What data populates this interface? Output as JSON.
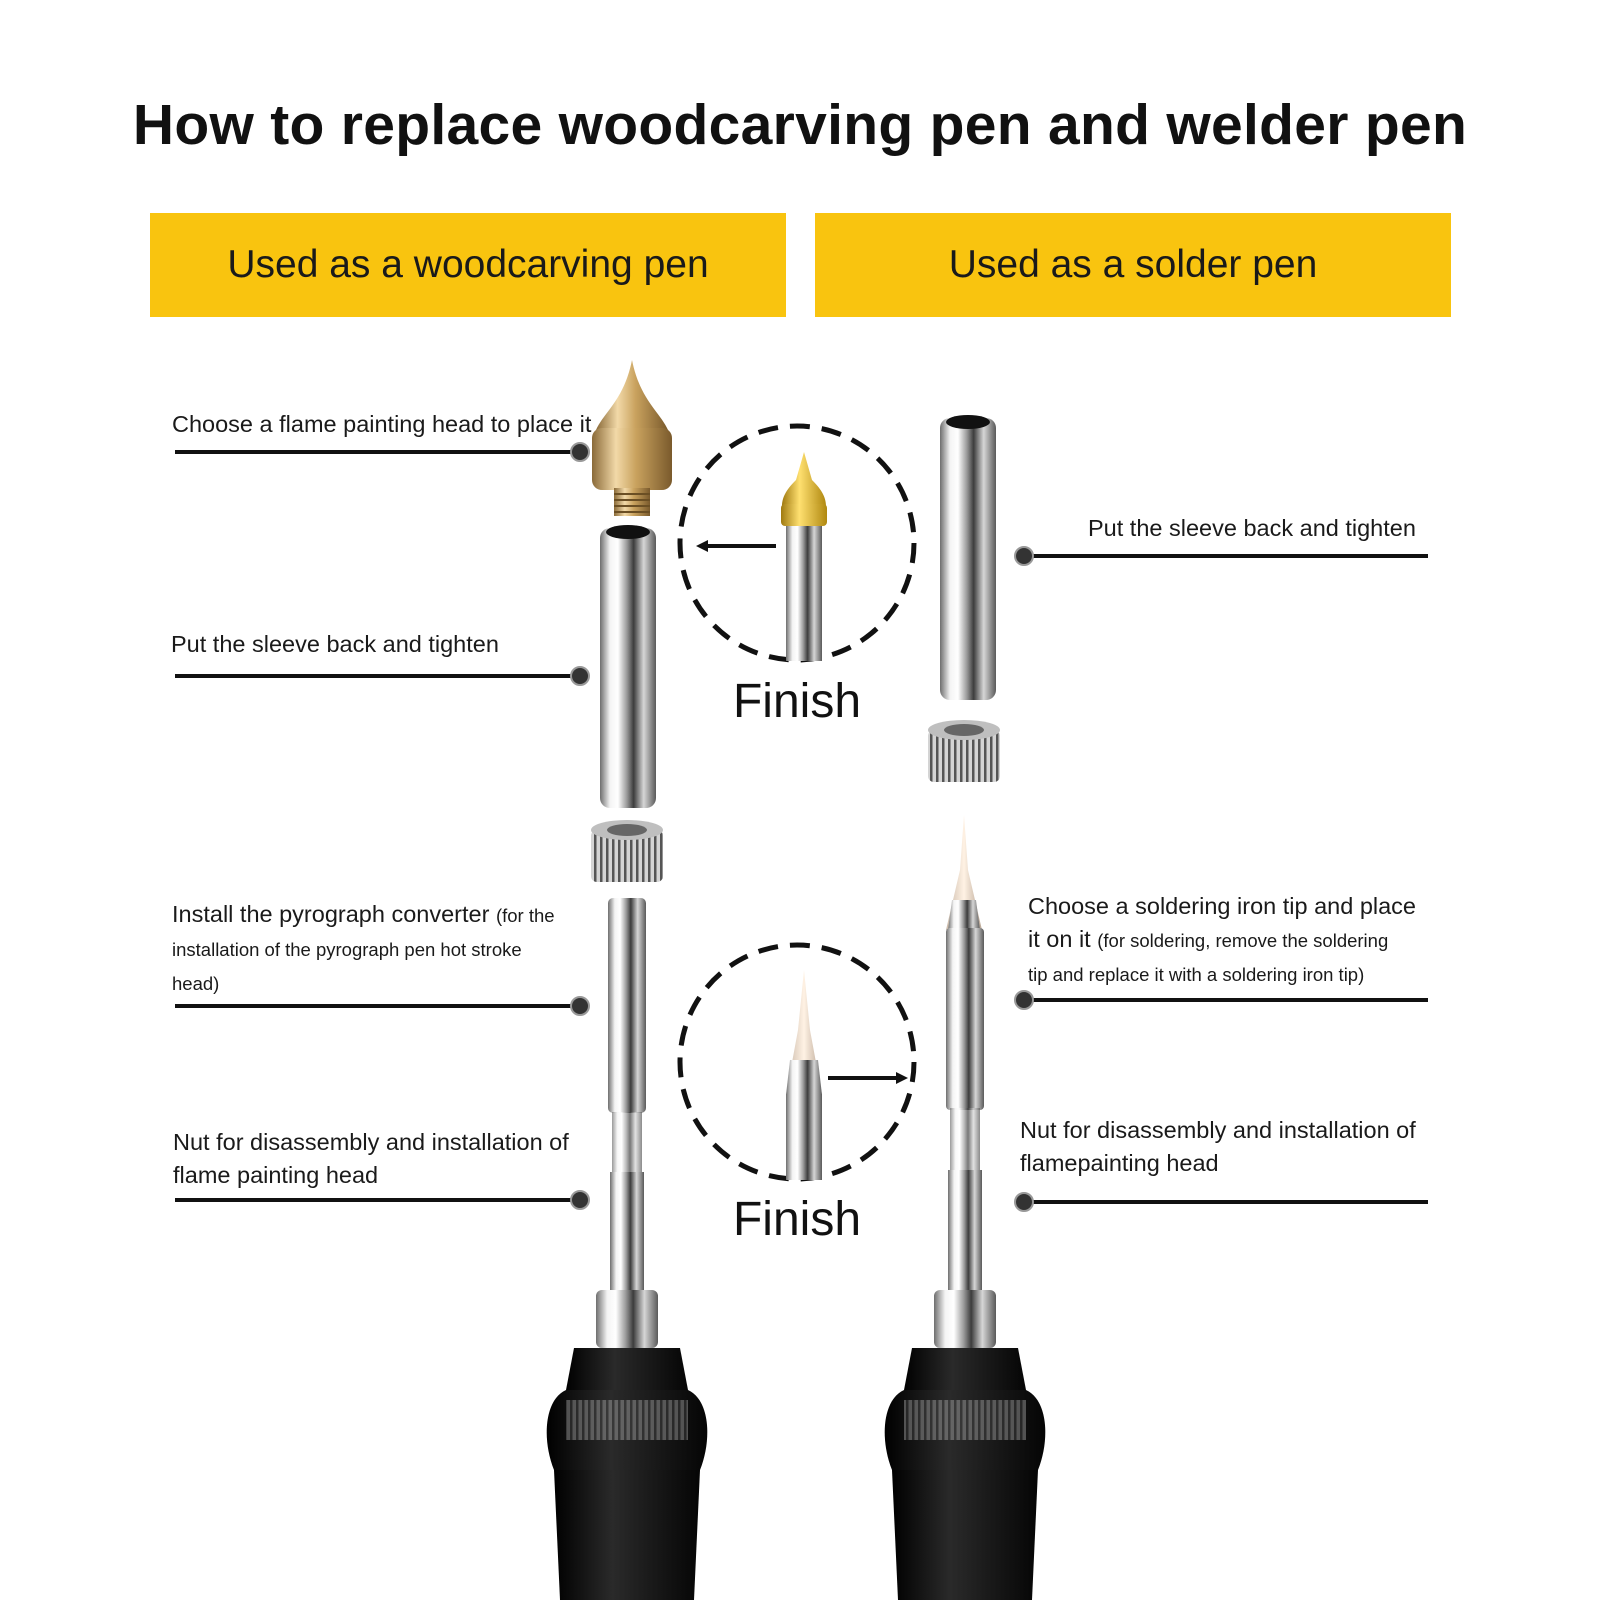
{
  "title": "How to replace woodcarving pen and welder pen",
  "banners": {
    "left": "Used as a woodcarving pen",
    "right": "Used as a solder pen"
  },
  "left_labels": {
    "flame_head": "Choose a flame painting head to place it",
    "sleeve": "Put the sleeve back and tighten",
    "converter_main": "Install the pyrograph converter",
    "converter_note_1": "(for the",
    "converter_note_2": "installation of the pyrograph pen hot stroke",
    "converter_note_3": "head)",
    "nut_line_1": "Nut for disassembly and installation of",
    "nut_line_2": "flame painting head"
  },
  "right_labels": {
    "sleeve": "Put the sleeve back and tighten",
    "tip_line_1": "Choose a soldering iron tip and place",
    "tip_line_2_main": "it on it",
    "tip_line_2_note": "(for soldering, remove the soldering",
    "tip_line_3": "tip and replace it with a soldering iron tip)",
    "nut_line_1": "Nut for disassembly and installation of",
    "nut_line_2": "flamepainting head"
  },
  "finish_top": "Finish",
  "finish_bottom": "Finish",
  "colors": {
    "banner": "#f9c40f",
    "brass": "#c9a25e",
    "steel": "#d8d8d8",
    "handle": "#0d0d0d"
  }
}
